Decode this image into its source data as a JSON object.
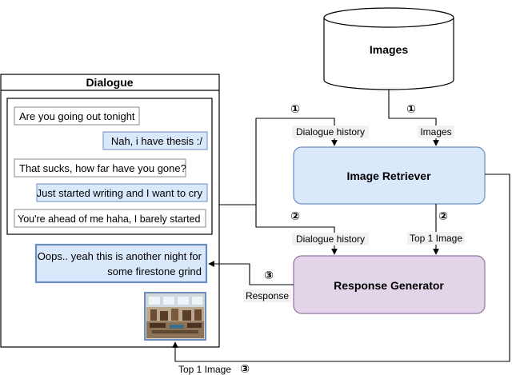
{
  "database": {
    "label": "Images"
  },
  "dialogue_panel": {
    "title": "Dialogue",
    "messages": [
      {
        "text": "Are you going out tonight",
        "side": "left"
      },
      {
        "text": "Nah, i have thesis :/",
        "side": "right"
      },
      {
        "text": "That sucks, how far have you gone?",
        "side": "left"
      },
      {
        "text": "Just started writing and I want to cry",
        "side": "right"
      },
      {
        "text": "You're ahead of me haha, I barely started",
        "side": "left"
      }
    ],
    "response": {
      "line1": "Oops.. yeah this is another night for",
      "line2": "some firestone grind"
    }
  },
  "image_retriever": {
    "label": "Image Retriever"
  },
  "response_generator": {
    "label": "Response Generator"
  },
  "edges": {
    "dialogue_history_1": "Dialogue history",
    "images_1": "Images",
    "dialogue_history_2": "Dialogue history",
    "top1_image_2": "Top 1 Image",
    "response_3": "Response",
    "top1_image_3": "Top 1 Image"
  },
  "step_markers": {
    "one": "①",
    "two": "②",
    "three": "③"
  },
  "colors": {
    "left_bubble": "#ffffff",
    "right_bubble": "#dae8fc",
    "right_bubble_border": "#6c8ebf",
    "retriever_fill": "#dae8fc",
    "retriever_border": "#6c8ebf",
    "generator_fill": "#e1d5e7",
    "generator_border": "#9673a6"
  }
}
